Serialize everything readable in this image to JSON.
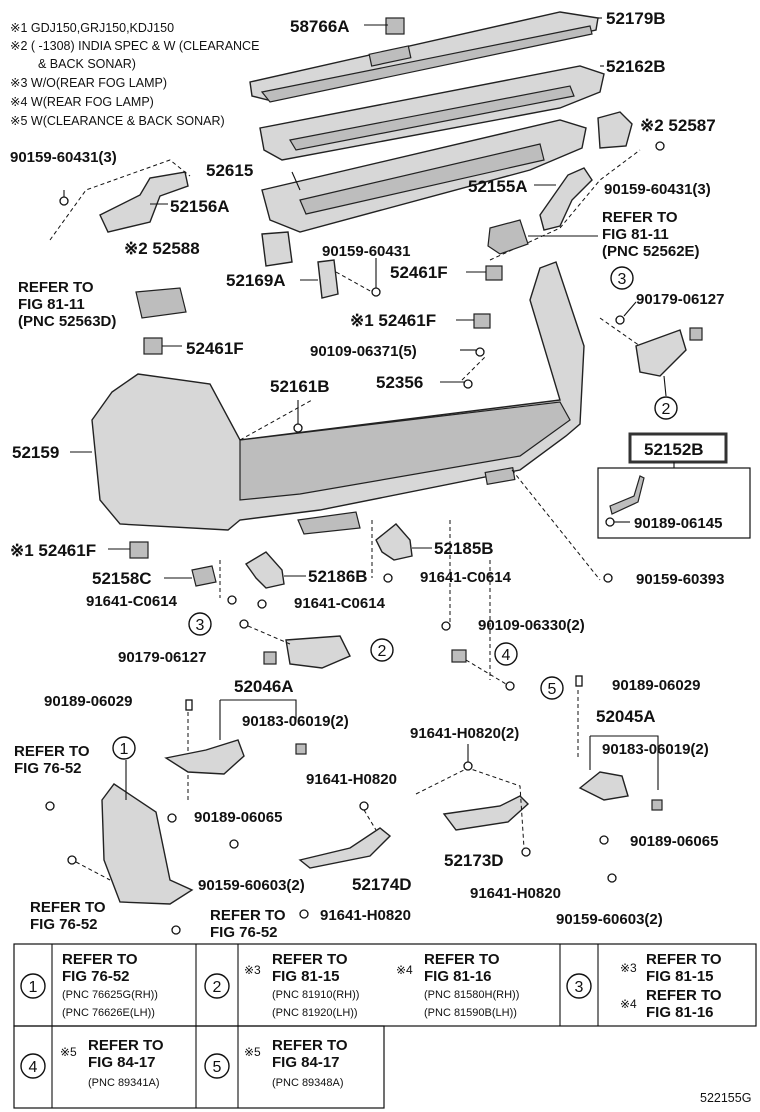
{
  "notes": [
    "※1 GDJ150,GRJ150,KDJ150",
    "※2 (         -1308) INDIA SPEC & W (CLEARANCE",
    "& BACK SONAR)",
    "※3 W/O(REAR FOG LAMP)",
    "※4 W(REAR FOG LAMP)",
    "※5 W(CLEARANCE & BACK SONAR)"
  ],
  "labels": {
    "p58766A": "58766A",
    "p52179B": "52179B",
    "p52162B": "52162B",
    "p52587": "※2 52587",
    "p90159_60431_3a": "90159-60431(3)",
    "p52615": "52615",
    "p52156A": "52156A",
    "p52155A": "52155A",
    "p90159_60431_3b": "90159-60431(3)",
    "ref8111a_1": "REFER TO",
    "ref8111a_2": "FIG 81-11",
    "ref8111a_3": "(PNC 52562E)",
    "p52588": "※2 52588",
    "p90159_60431": "90159-60431",
    "p52169A": "52169A",
    "p52461F_a": "52461F",
    "ref8111b_1": "REFER TO",
    "ref8111b_2": "FIG 81-11",
    "ref8111b_3": "(PNC 52563D)",
    "p52461F_b": "※1 52461F",
    "p90179_06127_a": "90179-06127",
    "p52461F_c": "52461F",
    "p90109_06371": "90109-06371(5)",
    "p52161B": "52161B",
    "p52356": "52356",
    "p52159": "52159",
    "p52152B": "52152B",
    "p90189_06145": "90189-06145",
    "p52461F_d": "※1 52461F",
    "p52185B": "52185B",
    "p52158C": "52158C",
    "p52186B": "52186B",
    "p91641_C0614_a": "91641-C0614",
    "p90159_60393": "90159-60393",
    "p91641_C0614_b": "91641-C0614",
    "p91641_C0614_c": "91641-C0614",
    "p90109_06330": "90109-06330(2)",
    "p90179_06127_b": "90179-06127",
    "p90189_06029_a": "90189-06029",
    "p52046A": "52046A",
    "p90189_06029_b": "90189-06029",
    "p90183_06019_a": "90183-06019(2)",
    "p52045A": "52045A",
    "p91641_H0820_2": "91641-H0820(2)",
    "p90183_06019_b": "90183-06019(2)",
    "ref7652a_1": "REFER TO",
    "ref7652a_2": "FIG 76-52",
    "p91641_H0820_a": "91641-H0820",
    "p90189_06065_a": "90189-06065",
    "p90189_06065_b": "90189-06065",
    "p52173D": "52173D",
    "ref7652b_1": "REFER TO",
    "ref7652b_2": "FIG 76-52",
    "p90159_60603_a": "90159-60603(2)",
    "p52174D": "52174D",
    "p91641_H0820_b": "91641-H0820",
    "ref7652c_1": "REFER TO",
    "ref7652c_2": "FIG 76-52",
    "p91641_H0820_c": "91641-H0820",
    "p90159_60603_b": "90159-60603(2)",
    "diagram_code": "522155G"
  },
  "circles": {
    "c1": "1",
    "c2": "2",
    "c3": "3",
    "c4": "4",
    "c5": "5"
  },
  "table": {
    "r1": {
      "n1": "1",
      "a1": "REFER TO",
      "a2": "FIG 76-52",
      "a3": "(PNC 76625G(RH))",
      "a4": "(PNC 76626E(LH))",
      "n2": "2",
      "b0": "※3",
      "b1": "REFER TO",
      "b2": "FIG 81-15",
      "b3": "(PNC 81910(RH))",
      "b4": "(PNC 81920(LH))",
      "c0": "※4",
      "c1": "REFER TO",
      "c2": "FIG 81-16",
      "c3": "(PNC 81580H(RH))",
      "c4": "(PNC 81590B(LH))",
      "n3": "3",
      "d0": "※3",
      "d1": "REFER TO",
      "d2": "FIG 81-15",
      "e0": "※4",
      "e1": "REFER TO",
      "e2": "FIG 81-16"
    },
    "r2": {
      "n4": "4",
      "f0": "※5",
      "f1": "REFER TO",
      "f2": "FIG 84-17",
      "f3": "(PNC 89341A)",
      "n5": "5",
      "g0": "※5",
      "g1": "REFER TO",
      "g2": "FIG 84-17",
      "g3": "(PNC 89348A)"
    }
  }
}
